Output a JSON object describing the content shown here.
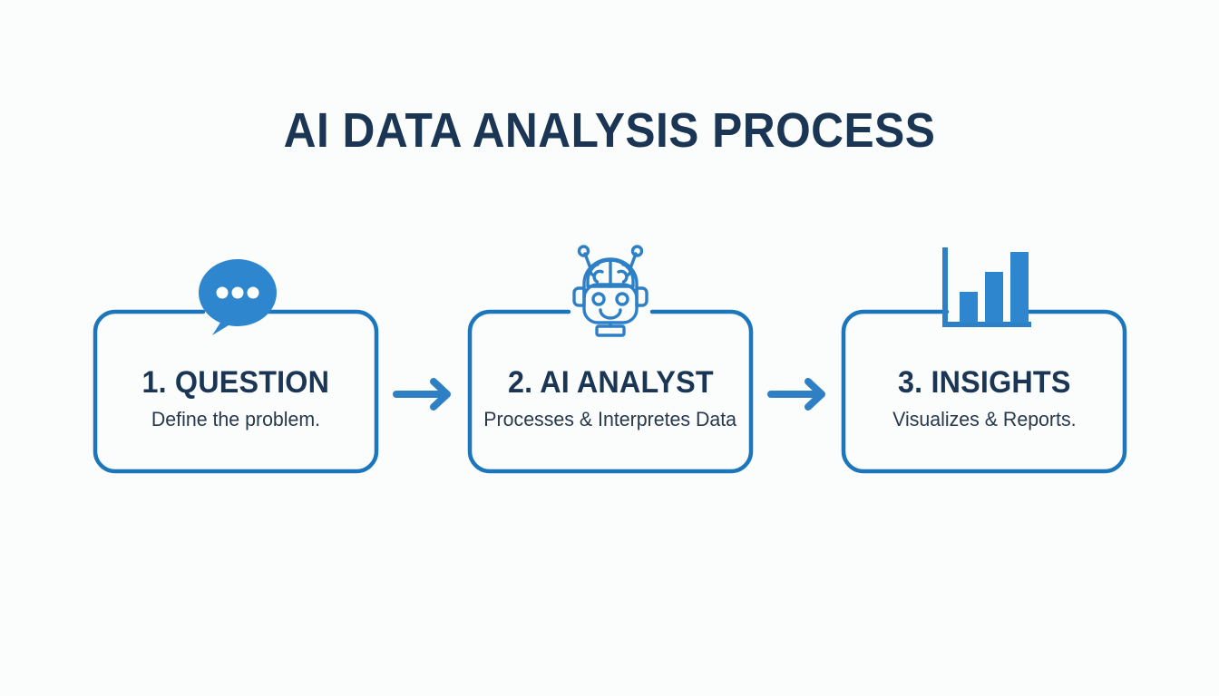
{
  "page": {
    "title": "AI DATA ANALYSIS PROCESS",
    "background_color": "#fbfcfc",
    "title_color": "#1b3654",
    "accent_blue": "#2e86cf",
    "border_blue": "#1b76bb"
  },
  "steps": [
    {
      "heading": "1. QUESTION",
      "subtitle": "Define the problem.",
      "icon": "speech-bubble-icon"
    },
    {
      "heading": "2. AI ANALYST",
      "subtitle": "Processes & Interpretes Data",
      "icon": "robot-head-icon"
    },
    {
      "heading": "3. INSIGHTS",
      "subtitle": "Visualizes & Reports.",
      "icon": "bar-chart-icon"
    }
  ],
  "connectors": [
    {
      "name": "arrow-right-1"
    },
    {
      "name": "arrow-right-2"
    }
  ]
}
